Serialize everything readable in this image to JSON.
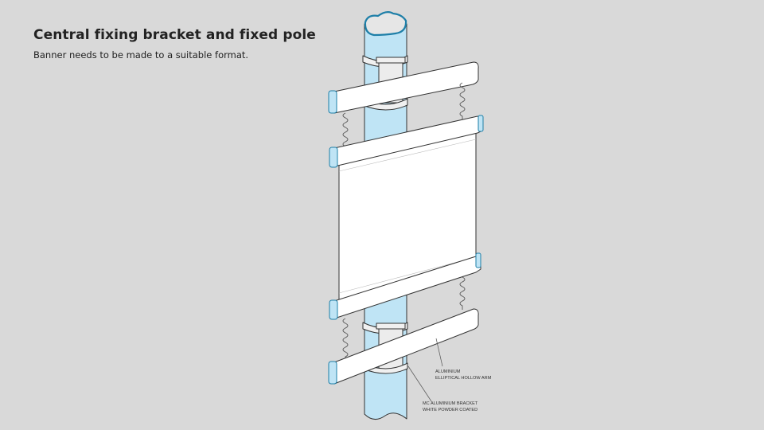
{
  "slide": {
    "title": "Central fixing bracket and fixed pole",
    "subtitle": "Banner needs to be made to a suitable format."
  },
  "annotations": {
    "arm": [
      "ALUMINIUM",
      "ELLIPTICAL HOLLOW ARM"
    ],
    "bracket": [
      "MC ALUMINIUM BRACKET",
      "WHITE POWDER COATED"
    ]
  },
  "colors": {
    "background": "#d9d9d9",
    "pole": "#bfe4f5",
    "pole_outline": "#1e7fa8",
    "arm": "#ffffff"
  }
}
